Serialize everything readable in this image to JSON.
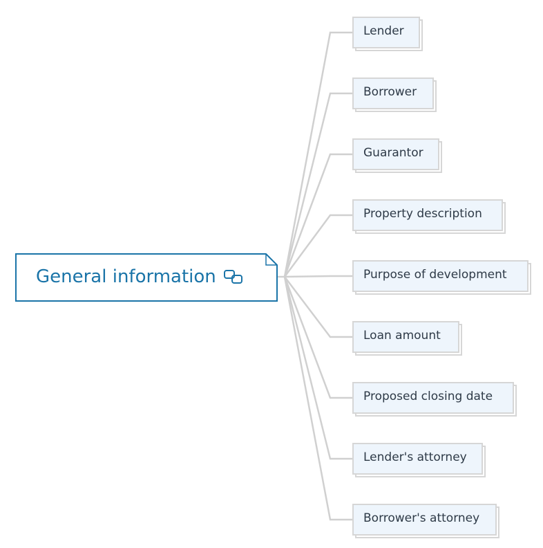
{
  "root": {
    "title": "General information",
    "icon": "link-icon",
    "color": "#1a74a8"
  },
  "children": [
    {
      "label": "Lender"
    },
    {
      "label": "Borrower"
    },
    {
      "label": "Guarantor"
    },
    {
      "label": "Property description"
    },
    {
      "label": "Purpose of development"
    },
    {
      "label": "Loan amount"
    },
    {
      "label": "Proposed closing date"
    },
    {
      "label": "Lender's attorney"
    },
    {
      "label": "Borrower's attorney"
    }
  ],
  "colors": {
    "connector": "#d0d0d0",
    "card_fill": "#eef5fc",
    "card_border": "#d6d6d6",
    "text": "#2e3a47"
  }
}
